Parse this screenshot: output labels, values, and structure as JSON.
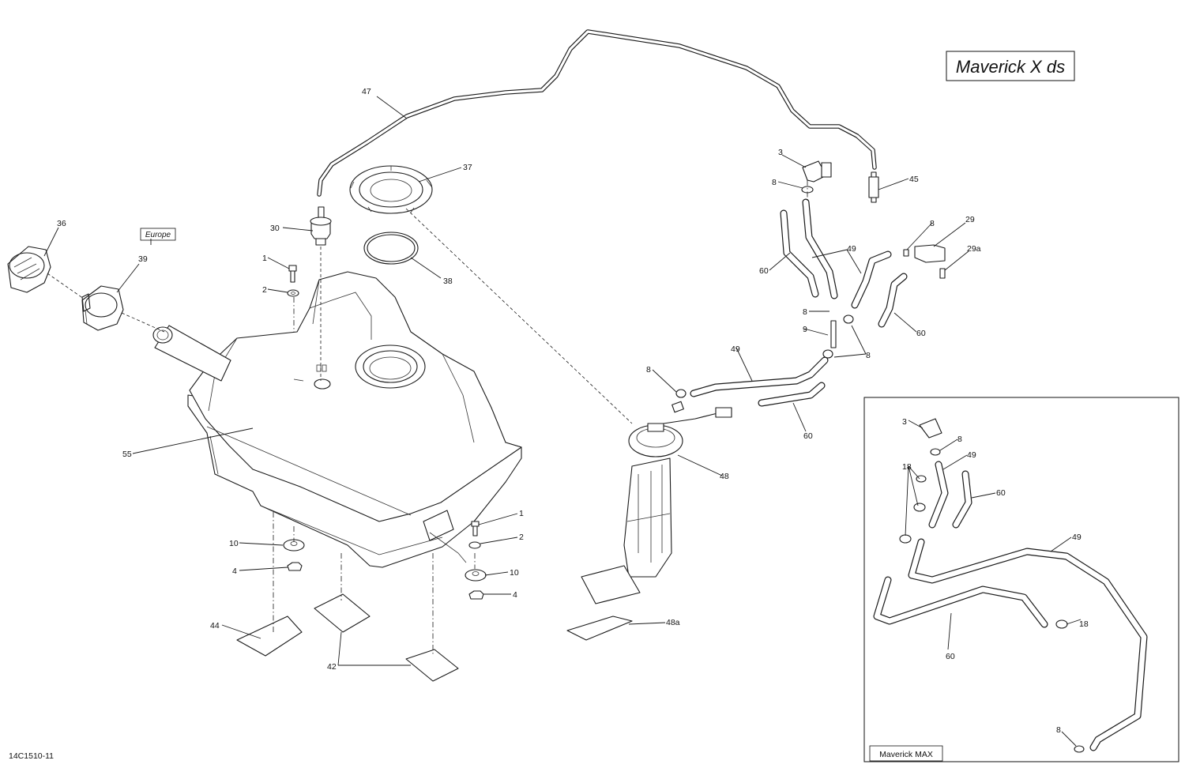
{
  "title": "Maverick X ds",
  "inset_label": "Maverick MAX",
  "region_label": "Europe",
  "drawing_number": "14C1510-11",
  "callouts": {
    "c47": "47",
    "c37": "37",
    "c30": "30",
    "c38": "38",
    "c36": "36",
    "c39": "39",
    "c1a": "1",
    "c2a": "2",
    "c55": "55",
    "c10a": "10",
    "c4a": "4",
    "c1b": "1",
    "c2b": "2",
    "c10b": "10",
    "c4b": "4",
    "c44": "44",
    "c42": "42",
    "c48": "48",
    "c48a": "48a",
    "c3": "3",
    "c8a": "8",
    "c45": "45",
    "c60a": "60",
    "c49a": "49",
    "c8b": "8",
    "c29": "29",
    "c29a": "29a",
    "c8c": "8",
    "c9": "9",
    "c60b": "60",
    "c8d": "8",
    "c49b": "49",
    "c8e": "8",
    "c60c": "60",
    "m3": "3",
    "m8a": "8",
    "m49a": "49",
    "m18a": "18",
    "m60a": "60",
    "m49b": "49",
    "m60b": "60",
    "m18b": "18",
    "m8b": "8"
  }
}
